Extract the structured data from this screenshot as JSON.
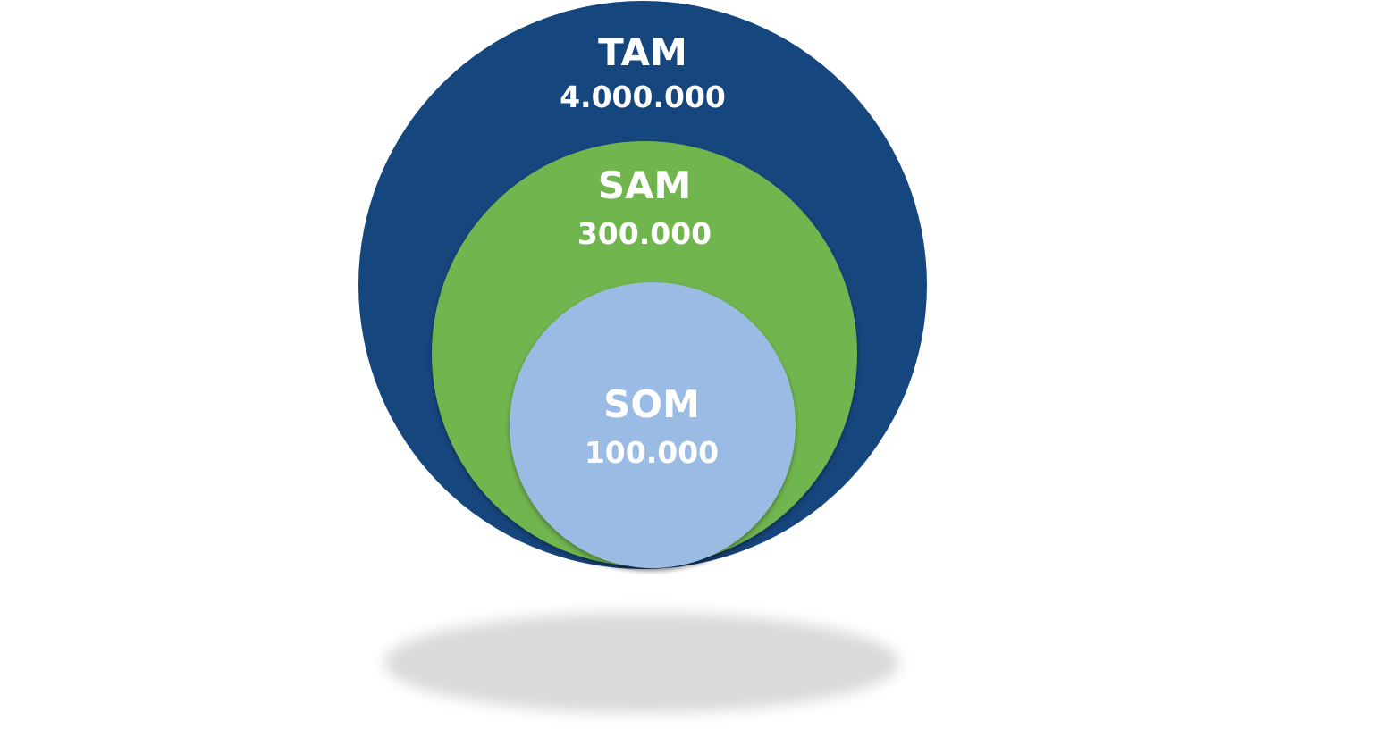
{
  "diagram": {
    "tam": {
      "label": "TAM",
      "value": "4.000.000",
      "color": "#16467E"
    },
    "sam": {
      "label": "SAM",
      "value": "300.000",
      "color": "#71B54F"
    },
    "som": {
      "label": "SOM",
      "value": "100.000",
      "color": "#9ABBE3"
    },
    "shadow_color": "#D9D9D9"
  }
}
